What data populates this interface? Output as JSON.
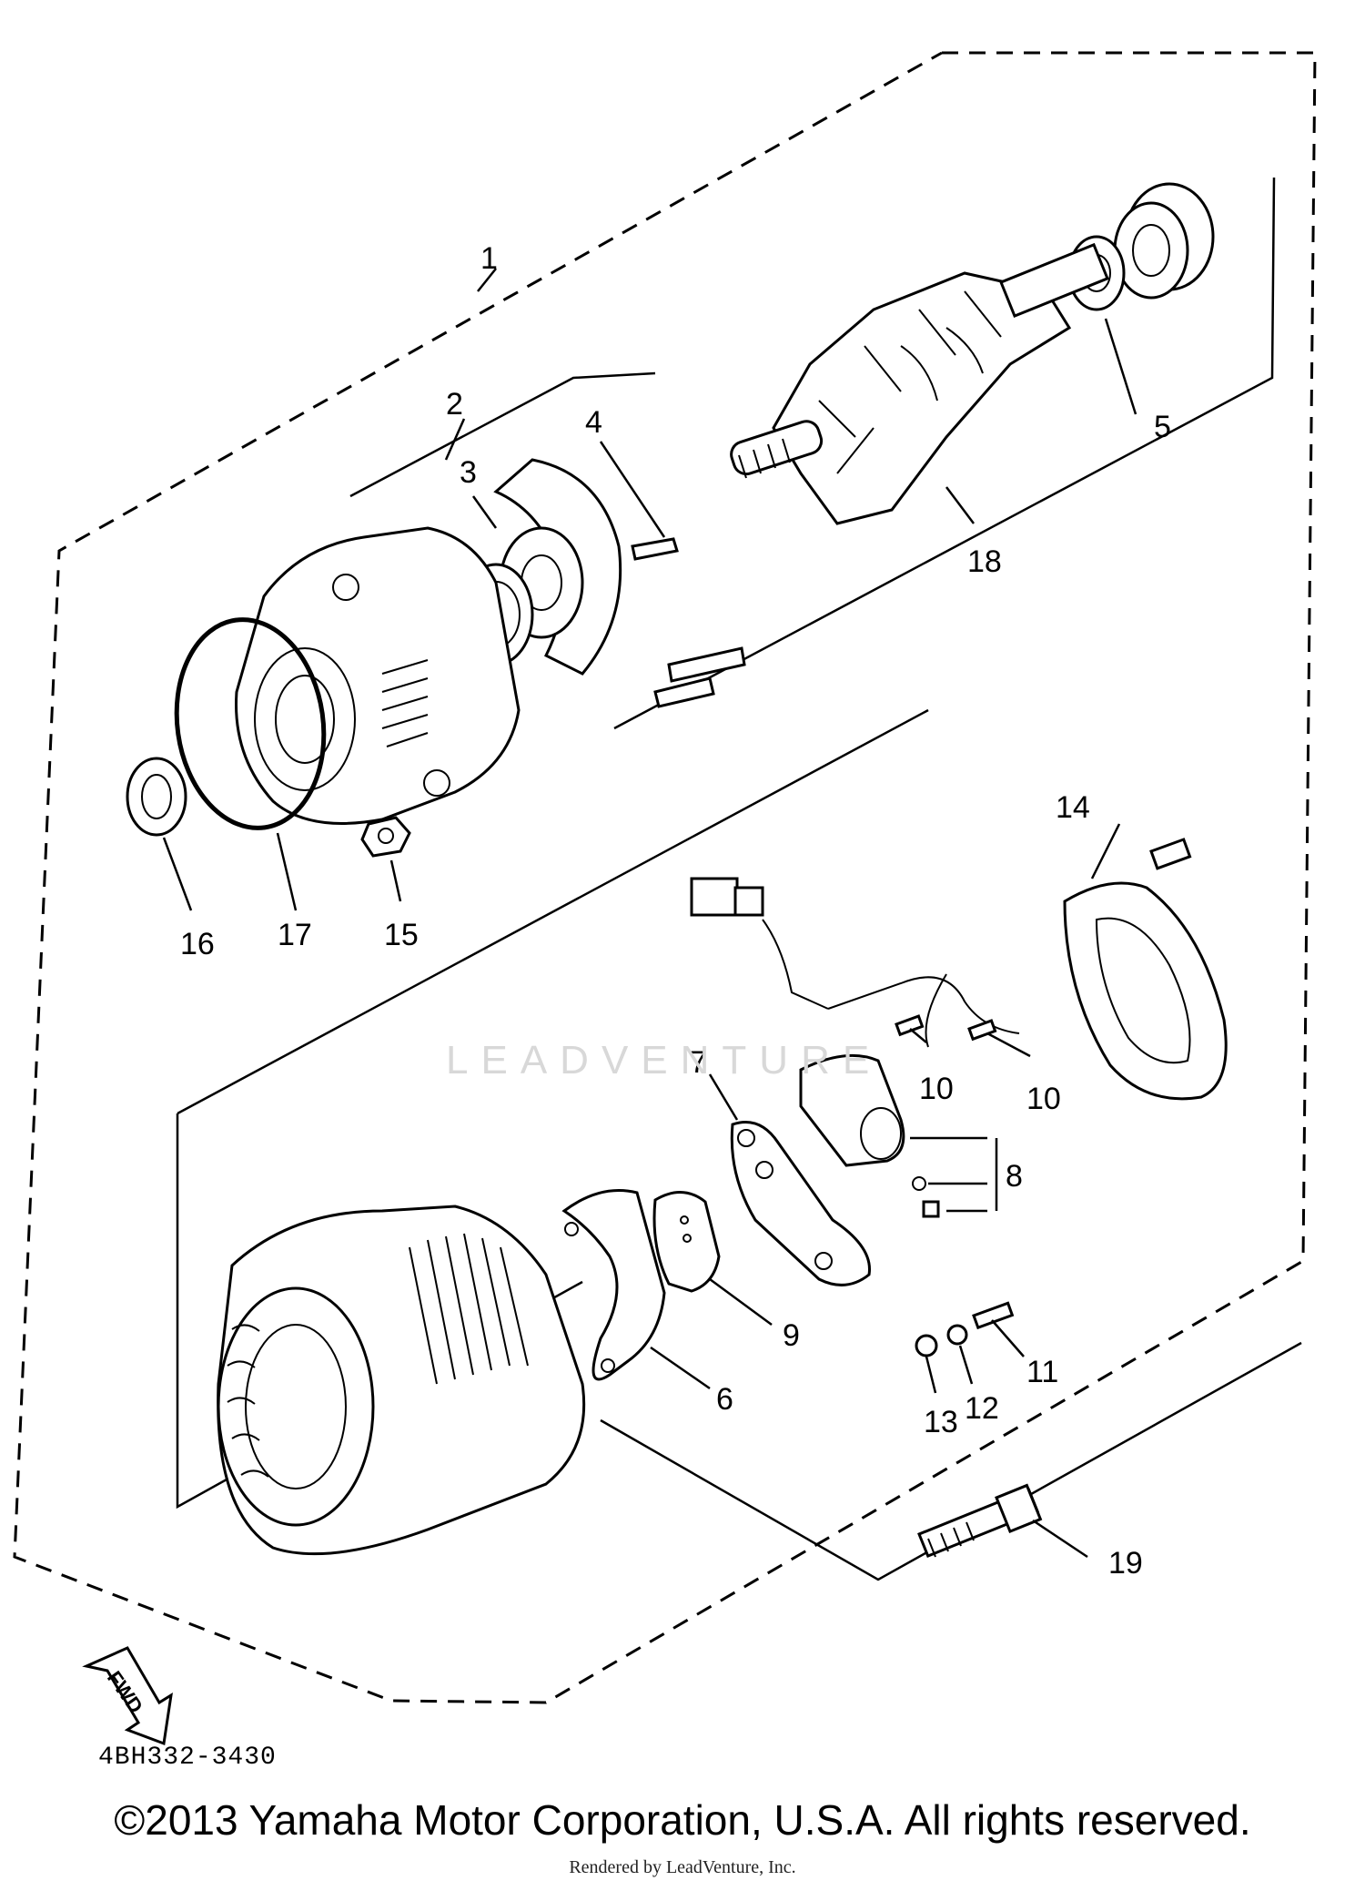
{
  "callouts": [
    "1",
    "2",
    "3",
    "4",
    "5",
    "6",
    "7",
    "8",
    "9",
    "10",
    "10",
    "11",
    "12",
    "13",
    "14",
    "15",
    "16",
    "17",
    "18",
    "19"
  ],
  "fwd_label": "FWD",
  "diagram_code": "4BH332-3430",
  "watermark": "LEADVENTURE",
  "copyright": "©2013 Yamaha Motor Corporation, U.S.A. All rights reserved.",
  "rendered_by": "Rendered by LeadVenture, Inc."
}
